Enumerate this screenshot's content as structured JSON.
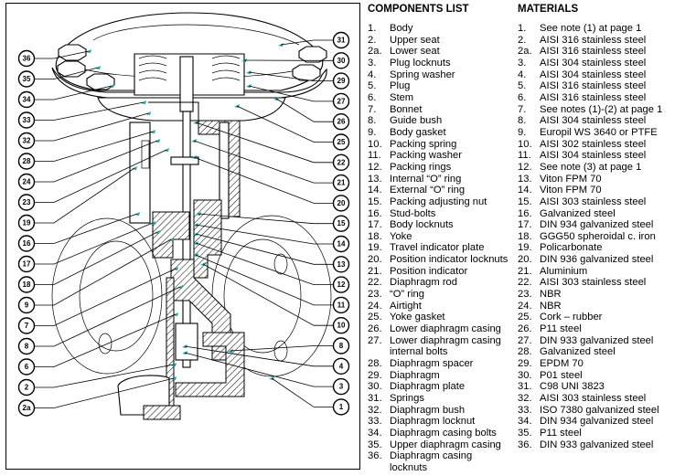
{
  "components_list": {
    "title": "COMPONENTS LIST",
    "items": [
      {
        "num": "1.",
        "name": "Body"
      },
      {
        "num": "2.",
        "name": "Upper seat"
      },
      {
        "num": "2a.",
        "name": "Lower seat"
      },
      {
        "num": "3.",
        "name": "Plug locknuts"
      },
      {
        "num": "4.",
        "name": "Spring washer"
      },
      {
        "num": "5.",
        "name": "Plug"
      },
      {
        "num": "6.",
        "name": "Stem"
      },
      {
        "num": "7.",
        "name": "Bonnet"
      },
      {
        "num": "8.",
        "name": "Guide bush"
      },
      {
        "num": "9.",
        "name": "Body gasket"
      },
      {
        "num": "10.",
        "name": "Packing spring"
      },
      {
        "num": "11.",
        "name": "Packing washer"
      },
      {
        "num": "12.",
        "name": "Packing rings"
      },
      {
        "num": "13.",
        "name": "Internal “O” ring"
      },
      {
        "num": "14.",
        "name": "External “O” ring"
      },
      {
        "num": "15.",
        "name": "Packing adjusting nut"
      },
      {
        "num": "16.",
        "name": "Stud-bolts"
      },
      {
        "num": "17.",
        "name": "Body locknuts"
      },
      {
        "num": "18.",
        "name": "Yoke"
      },
      {
        "num": "19.",
        "name": "Travel indicator plate"
      },
      {
        "num": "20.",
        "name": "Position indicator locknuts"
      },
      {
        "num": "21.",
        "name": "Position indicator"
      },
      {
        "num": "22.",
        "name": "Diaphragm rod"
      },
      {
        "num": "23.",
        "name": "“O” ring"
      },
      {
        "num": "24.",
        "name": "Airtight"
      },
      {
        "num": "25.",
        "name": "Yoke gasket"
      },
      {
        "num": "26.",
        "name": "Lower diaphragm casing"
      },
      {
        "num": "27.",
        "name": "Lower diaphragm casing\ninternal bolts"
      },
      {
        "num": "28.",
        "name": "Diaphragm spacer"
      },
      {
        "num": "29.",
        "name": "Diaphragm"
      },
      {
        "num": "30.",
        "name": "Diaphragm plate"
      },
      {
        "num": "31.",
        "name": "Springs"
      },
      {
        "num": "32.",
        "name": "Diaphragm bush"
      },
      {
        "num": "33.",
        "name": "Diaphragm locknut"
      },
      {
        "num": "34.",
        "name": "Diaphragm casing bolts"
      },
      {
        "num": "35.",
        "name": "Upper diaphragm casing"
      },
      {
        "num": "36.",
        "name": "Diaphragm casing\nlocknuts"
      }
    ]
  },
  "materials": {
    "title": "MATERIALS",
    "items": [
      {
        "num": "1.",
        "name": "See note (1) at page 1"
      },
      {
        "num": "2.",
        "name": "AISI 316 stainless steel"
      },
      {
        "num": "2a.",
        "name": "AISI 316 stainless steel"
      },
      {
        "num": "3.",
        "name": "AISI 304 stainless steel"
      },
      {
        "num": "4.",
        "name": "AISI 304 stainless steel"
      },
      {
        "num": "5.",
        "name": "AISI 316 stainless steel"
      },
      {
        "num": "6.",
        "name": "AISI 316 stainless steel"
      },
      {
        "num": "7.",
        "name": "See notes (1)-(2) at page 1"
      },
      {
        "num": "8.",
        "name": "AISI 304 stainless steel"
      },
      {
        "num": "9.",
        "name": "Europil WS 3640 or PTFE"
      },
      {
        "num": "10.",
        "name": "AISI 302 stainless steel"
      },
      {
        "num": "11.",
        "name": "AISI 304 stainless steel"
      },
      {
        "num": "12.",
        "name": "See note (3) at page 1"
      },
      {
        "num": "13.",
        "name": "Viton FPM 70"
      },
      {
        "num": "14.",
        "name": "Viton FPM 70"
      },
      {
        "num": "15.",
        "name": "AISI 303 stainless steel"
      },
      {
        "num": "16.",
        "name": "Galvanized steel"
      },
      {
        "num": "17.",
        "name": "DIN 934 galvanized steel"
      },
      {
        "num": "18.",
        "name": "GGG50 spheroidal c. iron"
      },
      {
        "num": "19.",
        "name": "Policarbonate"
      },
      {
        "num": "20.",
        "name": "DIN 936 galvanized steel"
      },
      {
        "num": "21.",
        "name": "Aluminium"
      },
      {
        "num": "22.",
        "name": "AISI 303 stainless steel"
      },
      {
        "num": "23.",
        "name": "NBR"
      },
      {
        "num": "24.",
        "name": "NBR"
      },
      {
        "num": "25.",
        "name": "Cork – rubber"
      },
      {
        "num": "26.",
        "name": "P11 steel"
      },
      {
        "num": "27.",
        "name": "DIN 933 galvanized steel\n "
      },
      {
        "num": "28.",
        "name": "Galvanized steel"
      },
      {
        "num": "29.",
        "name": "EPDM 70"
      },
      {
        "num": "30.",
        "name": "P01 steel"
      },
      {
        "num": "31.",
        "name": "C98 UNI 3823"
      },
      {
        "num": "32.",
        "name": "AISI 303 stainless steel"
      },
      {
        "num": "33.",
        "name": "ISO 7380 galvanized steel"
      },
      {
        "num": "34.",
        "name": "DIN 934 galvanized steel"
      },
      {
        "num": "35.",
        "name": "P11 steel"
      },
      {
        "num": "36.",
        "name": "DIN 933 galvanized steel"
      }
    ]
  },
  "diagram": {
    "callouts_left": [
      "36",
      "35",
      "34",
      "33",
      "32",
      "28",
      "24",
      "23",
      "19",
      "16",
      "17",
      "18",
      "9",
      "7",
      "8",
      "6",
      "2",
      "2a"
    ],
    "callouts_right": [
      "31",
      "30",
      "29",
      "27",
      "26",
      "25",
      "22",
      "21",
      "20",
      "15",
      "14",
      "13",
      "12",
      "11",
      "10",
      "8",
      "4",
      "3",
      "1"
    ],
    "marker_color": "#1aa3a3"
  }
}
